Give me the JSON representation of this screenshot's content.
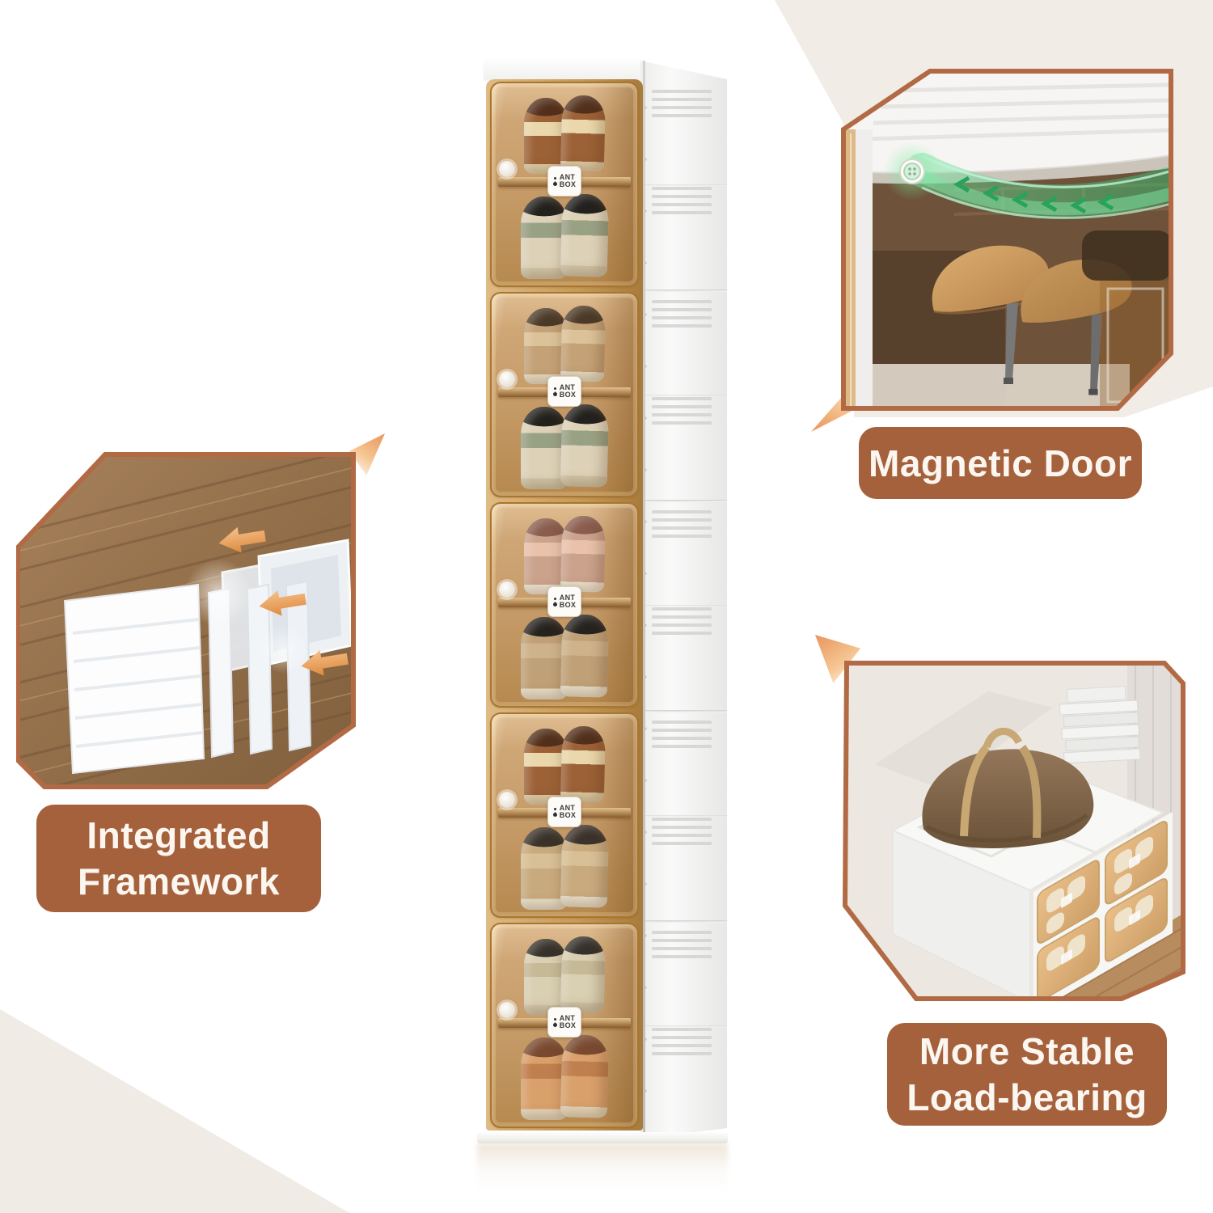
{
  "page": {
    "background": "#ffffff",
    "corner_color": "#f0ebe5",
    "accent_border": "#b26a45",
    "label_background": "#a5613c",
    "label_text_color": "#fbf6f0",
    "amber_door_color": "#c89e6c",
    "magnet_glow_color": "#3ecb7c",
    "arrow_orange": "#e8955a"
  },
  "labels": {
    "integrated": {
      "lines": [
        "Integrated",
        "Framework"
      ]
    },
    "magnetic": {
      "lines": [
        "Magnetic Door"
      ]
    },
    "stable": {
      "lines": [
        "More Stable",
        "Load-bearing"
      ]
    }
  },
  "cabinet": {
    "brand": {
      "line1": "ANT",
      "line2": "BOX"
    },
    "compartments": [
      {
        "id": 1,
        "top": {
          "body": "#9c6136",
          "band": "#ead7ab",
          "open": "#53301c",
          "sole": "#dcc9a2"
        },
        "bottom": {
          "body": "#ddd2b8",
          "band": "#99a184",
          "open": "#23211e",
          "sole": "#cfc3a4"
        }
      },
      {
        "id": 2,
        "top": {
          "body": "#c4a176",
          "band": "#dcc298",
          "open": "#4b3a28",
          "sole": "#e4d9bf"
        },
        "bottom": {
          "body": "#ddd2b8",
          "band": "#99a184",
          "open": "#23211e",
          "sole": "#cfc3a4"
        }
      },
      {
        "id": 3,
        "top": {
          "body": "#cba28b",
          "band": "#e9c2ab",
          "open": "#8a5d4e",
          "sole": "#ece2cf"
        },
        "bottom": {
          "body": "#c0a076",
          "band": "#cdb28a",
          "open": "#26231f",
          "sole": "#e6dcc6"
        }
      },
      {
        "id": 4,
        "top": {
          "body": "#9c6136",
          "band": "#ead7ab",
          "open": "#53301c",
          "sole": "#dcc9a2"
        },
        "bottom": {
          "body": "#c8aa7e",
          "band": "#d8bf96",
          "open": "#3a332b",
          "sole": "#e6dcc6"
        }
      },
      {
        "id": 5,
        "top": {
          "body": "#d9cfb2",
          "band": "#c5b996",
          "open": "#35312b",
          "sole": "#cec2a5"
        },
        "bottom": {
          "body": "#d9a06b",
          "band": "#c07f4e",
          "open": "#7a4a30",
          "sole": "#e2d3b6"
        }
      }
    ]
  }
}
